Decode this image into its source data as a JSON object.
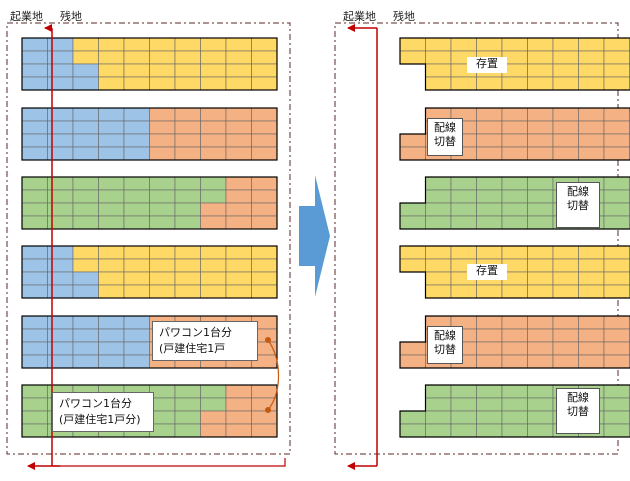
{
  "colors": {
    "blue": "#9dc3e6",
    "yellow": "#ffd966",
    "orange": "#f4b183",
    "green": "#a9d18e",
    "red_line": "#c00000",
    "dashed": "#5b2a2a",
    "arrow": "#5b9bd5"
  },
  "left_panel": {
    "label_kigyouchi": "起業地",
    "label_zanchi": "残地"
  },
  "right_panel": {
    "label_kigyouchi": "起業地",
    "label_zanchi": "残地"
  },
  "callouts": [
    {
      "line1": "パワコン1台分",
      "line2": "(戸建住宅1戸"
    },
    {
      "line1": "パワコン1台分",
      "line2": "(戸建住宅1戸分)"
    }
  ],
  "row_tags": [
    {
      "line1": "存置",
      "line2": ""
    },
    {
      "line1": "配線",
      "line2": "切替"
    },
    {
      "line1": "配線",
      "line2": "切替"
    },
    {
      "line1": "存置",
      "line2": ""
    },
    {
      "line1": "配線",
      "line2": "切替"
    },
    {
      "line1": "配線",
      "line2": "切替"
    }
  ],
  "icons": {
    "transition_arrow": "right-arrow-icon",
    "boundary_arrow": "left-arrow-icon"
  }
}
